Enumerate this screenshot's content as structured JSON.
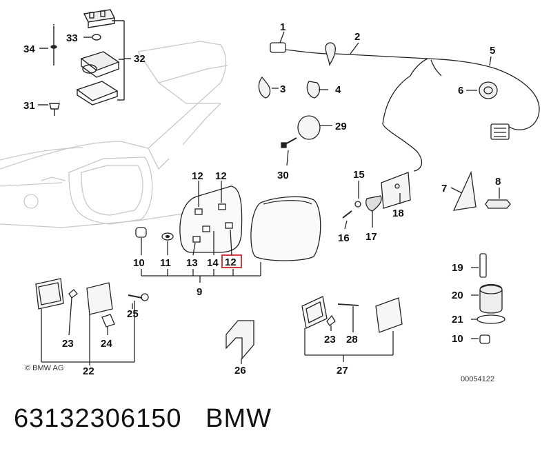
{
  "copyright": "© BMW AG",
  "diagram_id": "00054122",
  "part_number": "63132306150",
  "brand": "BMW",
  "highlighted_label": "12",
  "callouts": {
    "c1": "1",
    "c2": "2",
    "c3": "3",
    "c4": "4",
    "c5": "5",
    "c6": "6",
    "c7": "7",
    "c8": "8",
    "c9": "9",
    "c10a": "10",
    "c10b": "10",
    "c11": "11",
    "c12a": "12",
    "c12b": "12",
    "c12c": "12",
    "c13": "13",
    "c14": "14",
    "c15": "15",
    "c16": "16",
    "c17": "17",
    "c18": "18",
    "c19": "19",
    "c20": "20",
    "c21": "21",
    "c22": "22",
    "c23a": "23",
    "c23b": "23",
    "c24": "24",
    "c25": "25",
    "c26": "26",
    "c27": "27",
    "c28": "28",
    "c29": "29",
    "c30": "30",
    "c31": "31",
    "c32": "32",
    "c33": "33",
    "c34": "34"
  }
}
